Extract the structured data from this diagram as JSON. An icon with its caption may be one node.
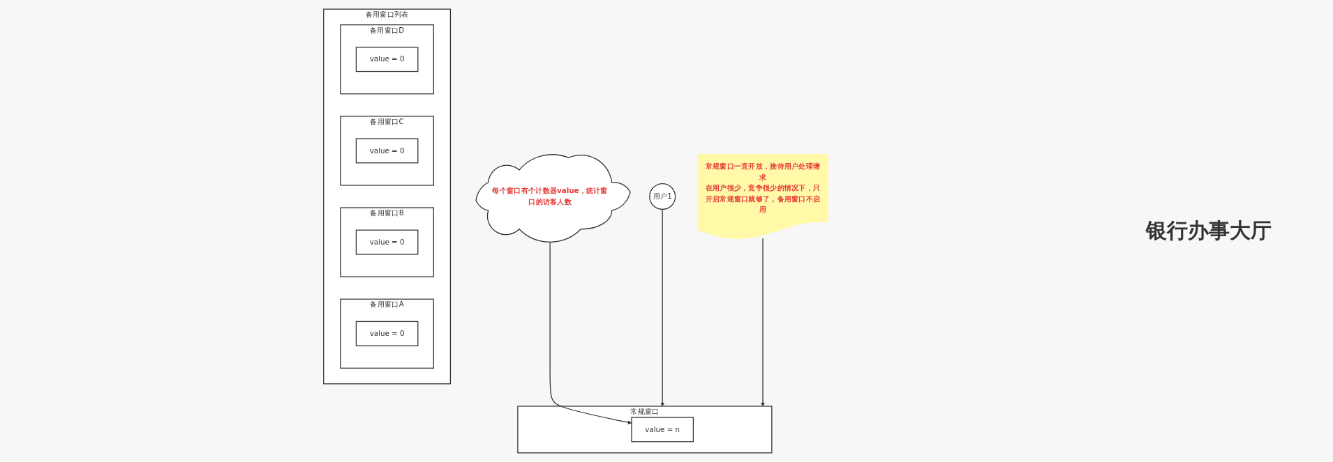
{
  "diagram": {
    "nodes": [
      {
        "text": [
          "用户1"
        ]
      },
      {
        "text": [
          "每个窗口有个计数器value，统计窗口的访客人数"
        ]
      },
      {
        "text": [
          "常规窗口"
        ]
      },
      {
        "text": [
          "value = n"
        ],
        "in": 2
      },
      {
        "text": [
          "备用窗口列表"
        ]
      },
      {
        "text": [
          "备用窗口A"
        ],
        "in": 4
      },
      {
        "text": [
          "value = 0"
        ],
        "in": 5
      },
      {
        "text": [
          "备用窗口B"
        ],
        "in": 4
      },
      {
        "text": [
          "value = 0"
        ],
        "in": 7
      },
      {
        "text": [
          "备用窗口C"
        ],
        "in": 4
      },
      {
        "text": [
          "value = 0"
        ],
        "in": 9
      },
      {
        "text": [
          "备用窗口D"
        ],
        "in": 4
      },
      {
        "text": [
          "value = 0"
        ],
        "in": 11
      },
      {
        "text": [
          "常规窗口一直开放，接待用户处理请求",
          "在用户很少，竞争很少的情况下，只开启常规窗口就够了，备用窗口不启用"
        ]
      }
    ],
    "edges": [
      {
        "from": 0,
        "to": 2,
        "arrow": "to"
      },
      {
        "from": 1,
        "to": 3,
        "arrow": "to"
      },
      {
        "from": 13,
        "to": 2,
        "arrow": "to"
      }
    ],
    "labels": [
      "银行办事大厅"
    ]
  }
}
